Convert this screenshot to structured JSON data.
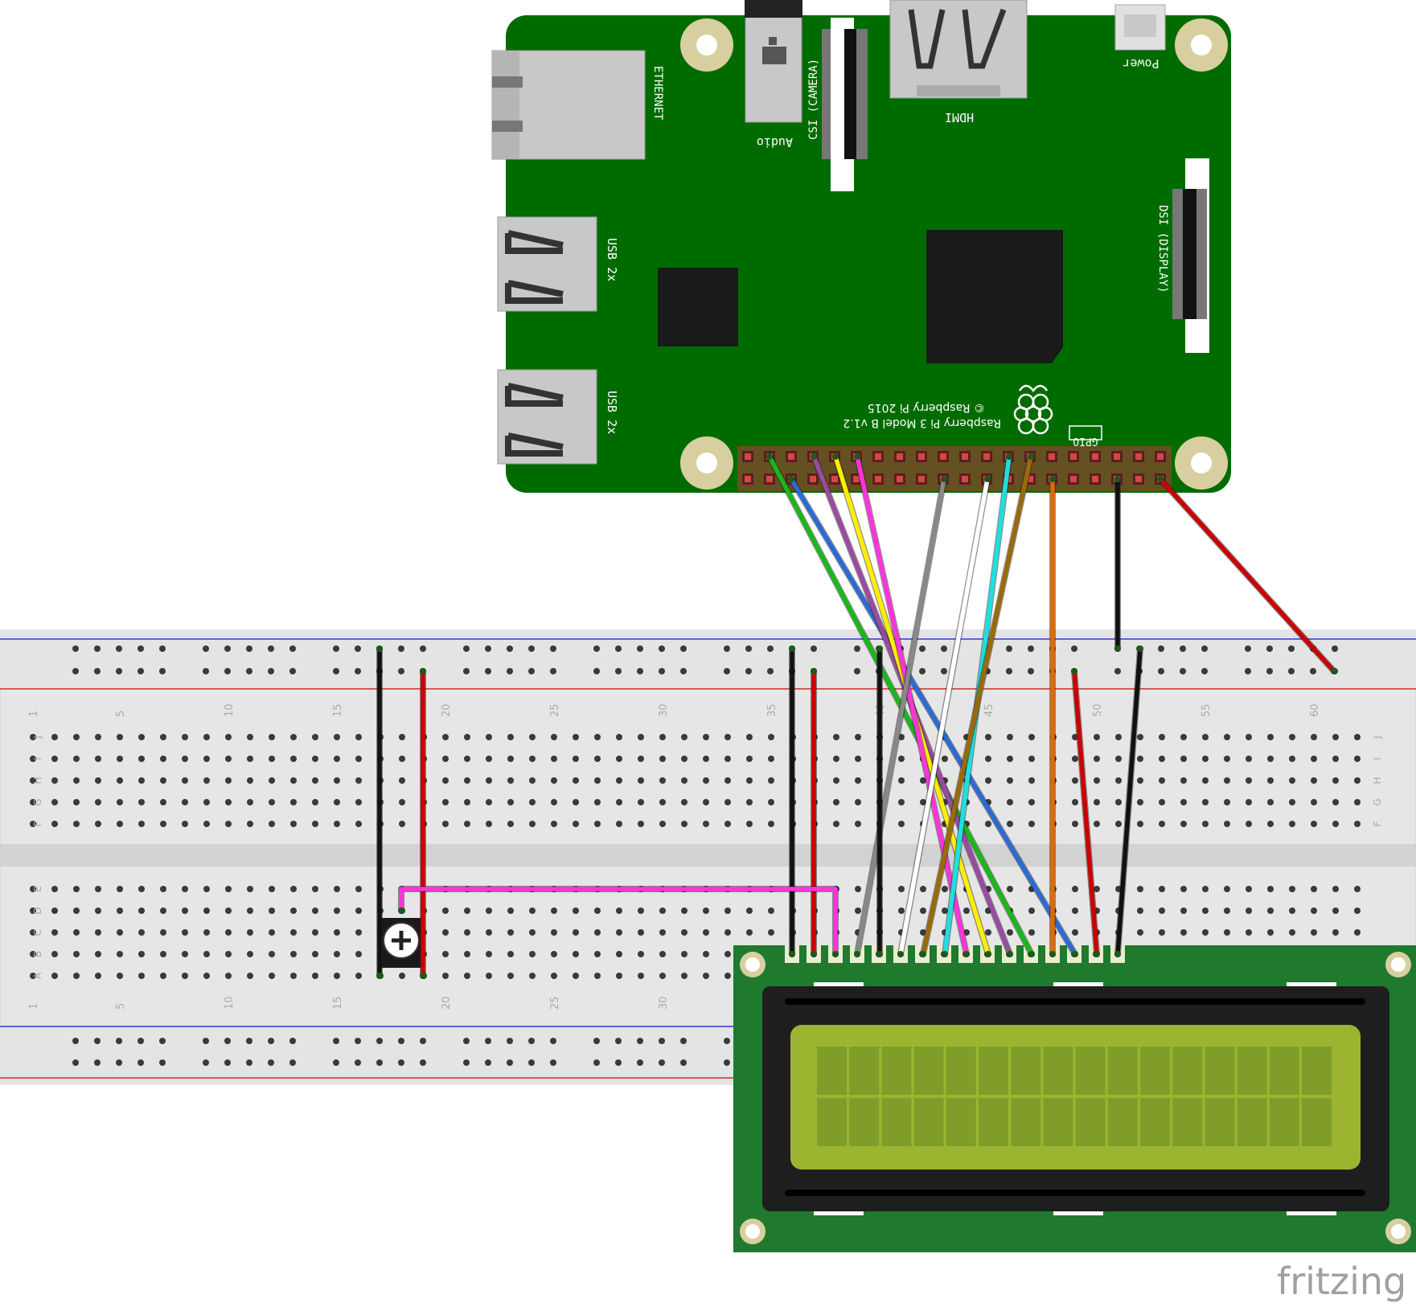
{
  "pi": {
    "labels": {
      "ethernet": "ETHERNET",
      "audio": "Audio",
      "csi": "CSI (CAMERA)",
      "hdmi": "HDMI",
      "power": "Power",
      "dsi": "DSI (DISPLAY)",
      "usb_top": "USB 2x",
      "usb_bottom": "USB 2x",
      "gpio": "GPIO",
      "model": "Raspberry Pi 3 Model B v1.2",
      "copyright": "© Raspberry Pi 2015"
    },
    "colors": {
      "board": "#006c00",
      "chip": "#1a1a1a",
      "pin_pad": "#cc2a2a"
    }
  },
  "breadboard": {
    "column_numbers": [
      "1",
      "5",
      "10",
      "15",
      "20",
      "25",
      "30",
      "35",
      "40",
      "45",
      "50",
      "55",
      "60"
    ],
    "row_letters_top": [
      "J",
      "I",
      "H",
      "G",
      "F"
    ],
    "row_letters_bottom": [
      "E",
      "D",
      "C",
      "B",
      "A"
    ],
    "colors": {
      "body": "#e6e6e6",
      "rail_blue": "#2b3cd6",
      "rail_red": "#d62b2b"
    }
  },
  "lcd": {
    "colors": {
      "pcb": "#1f7a2e",
      "bezel": "#1e1e1e",
      "screen": "#9cb530",
      "cells": "#7f9d28"
    }
  },
  "wires": {
    "colors": [
      "#111111",
      "#cc0000",
      "#ff33dd",
      "#888888",
      "#ffffff",
      "#9a6a0a",
      "#1ce0e0",
      "#ffee00",
      "#9a4aa0",
      "#18b818",
      "#e06a00",
      "#2b6ad6"
    ]
  },
  "logo": {
    "text": "fritzing"
  }
}
